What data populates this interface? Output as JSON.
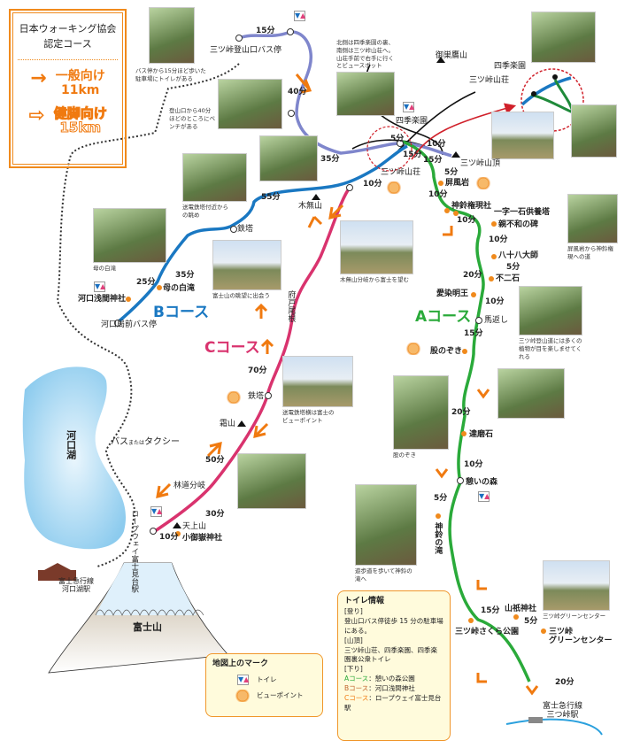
{
  "legend": {
    "title_line1": "日本ウォーキング協会",
    "title_line2": "認定コース",
    "general_label": "一般向け",
    "general_distance": "11km",
    "expert_label": "健脚向け",
    "expert_distance": "15km",
    "accent": "#f07a10"
  },
  "courses": {
    "a": "Aコース",
    "b": "Bコース",
    "c": "Cコース",
    "a_color": "#2aaa3a",
    "b_color": "#1a78c2",
    "c_color": "#d9336e",
    "route_color": "#7f86cc"
  },
  "places": [
    "三ツ峠登山口バス停",
    "御巣鷹山",
    "四季楽園",
    "三ツ峠山荘",
    "三ツ峠山頂",
    "屏風岩",
    "神鈴権現社",
    "一字一石供養塔",
    "親不和の碑",
    "八十八大師",
    "不二石",
    "愛染明王",
    "馬返し",
    "股のぞき",
    "達磨石",
    "憩いの森",
    "神鈴の滝",
    "山祇神社",
    "三ツ峠さくら公園",
    "三ツ峠\nグリーンセンター",
    "富士急行線\n三つ峠駅",
    "木無山",
    "鉄塔",
    "母の白滝",
    "河口浅間神社",
    "河口局前バス停",
    "府戸尾根",
    "鉄塔",
    "霜山",
    "林道分岐",
    "天上山",
    "小御嶽神社",
    "ロープウェイ富士見台駅",
    "河口湖",
    "富士山",
    "富士急行線\n河口湖駅",
    "四季楽園",
    "三ツ峠山荘"
  ],
  "bus_taxi": {
    "bus": "バス",
    "or": "または",
    "taxi": "タクシー"
  },
  "times": [
    "15分",
    "40分",
    "35分",
    "5分",
    "15分",
    "10分",
    "15分",
    "5分",
    "10分",
    "10分",
    "10分",
    "10分",
    "5分",
    "20分",
    "10分",
    "15分",
    "55分",
    "35分",
    "25分",
    "70分",
    "50分",
    "30分",
    "10分",
    "20分",
    "10分",
    "5分",
    "15分",
    "5分",
    "20分"
  ],
  "captions": [
    "バス停から15分ほど歩いた\n駐車場にトイレがある",
    "登山口から40分\nほどのところにベ\nンチがある",
    "北側は四季楽園の裏、\n南側は三ツ峠山荘へ。\n山荘手前で右手に行く\nとビュースポット",
    "送電鉄塔付近から\nの眺め",
    "母の白滝",
    "富士山の眺望に出会う",
    "木無山分岐から富士を望む",
    "屏風岩から神鈴権\n現への道",
    "三ツ峠登山道には多くの\n植物が目を楽しませてく\nれる",
    "送電鉄塔横は富士の\nビューポイント",
    "股のぞき",
    "遊歩道を歩いて神鈴の\n滝へ",
    "三ツ峠グリーンセンター"
  ],
  "toilet_info": {
    "title": "トイレ情報",
    "up_head": "[登り]",
    "up_text": "登山口バス停徒歩 15 分の駐車場にある。",
    "top_head": "[山頂]",
    "top_text": "三ツ峠山荘、四季楽園、四季楽園裏公衆トイレ",
    "down_head": "[下り]",
    "a_course": "Aコース",
    "a_text": "：憩いの森公園",
    "b_course": "Bコース",
    "b_text": "：河口浅間神社",
    "c_course": "Cコース",
    "c_text": "：ロープウェイ富士見台駅"
  },
  "map_marks": {
    "title": "地図上のマーク",
    "toilet": "トイレ",
    "viewpoint": "ビューポイント",
    "toilet_icon": "toilet-icon",
    "viewpoint_icon": "binoculars-icon"
  }
}
